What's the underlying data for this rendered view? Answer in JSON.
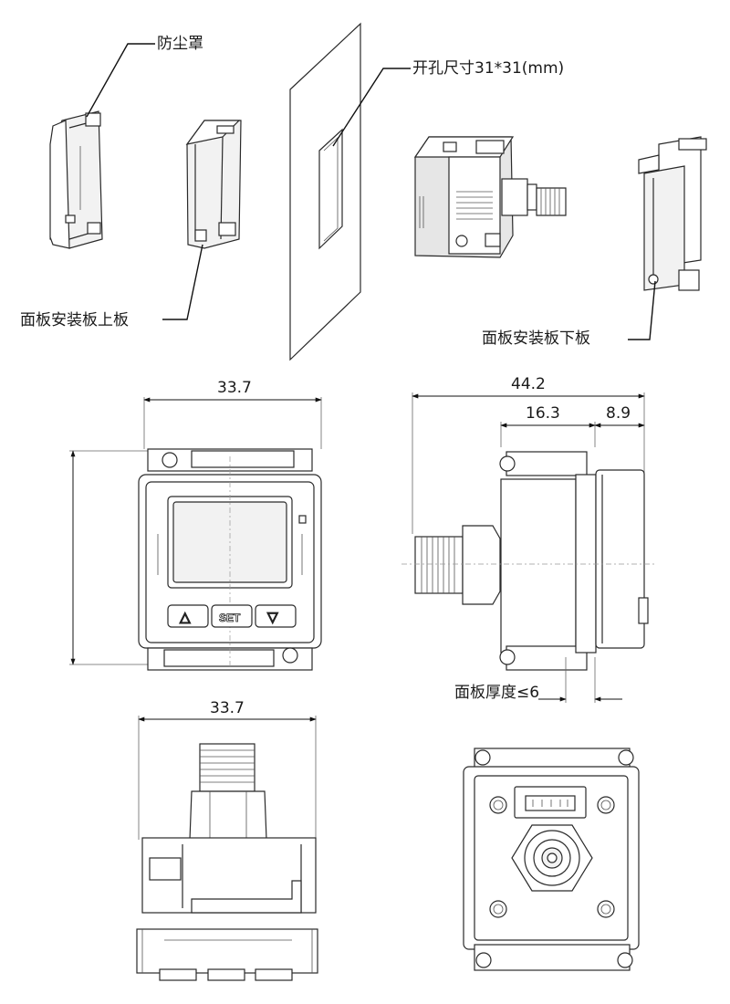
{
  "labels": {
    "dust_cover": "防尘罩",
    "cutout_size": "开孔尺寸31*31(mm)",
    "upper_plate": "面板安装板上板",
    "lower_plate": "面板安装板下板",
    "panel_thickness": "面板厚度≤6"
  },
  "dimensions": {
    "front_width": "33.7",
    "side_total_depth": "44.2",
    "side_body_depth": "16.3",
    "side_front_depth": "8.9",
    "bottom_width": "33.7"
  },
  "buttons": {
    "up": "△",
    "set": "SET",
    "down": "▽"
  }
}
